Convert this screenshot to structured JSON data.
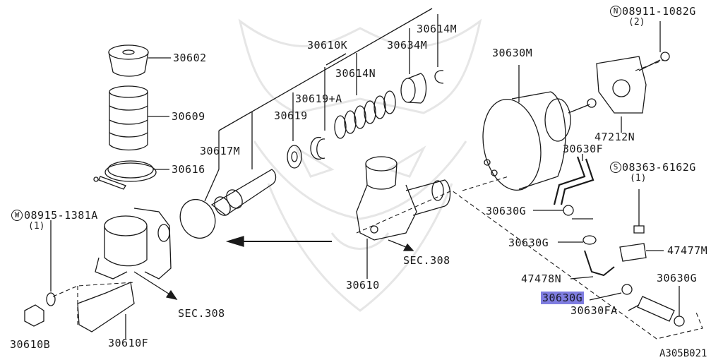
{
  "labels": {
    "p30602": "30602",
    "p30609": "30609",
    "p30616": "30616",
    "p30617M": "30617M",
    "p30610K": "30610K",
    "p30614M": "30614M",
    "p30634M": "30634M",
    "p30614N": "30614N",
    "p30619A": "30619+A",
    "p30619": "30619",
    "p30630M": "30630M",
    "p30630F": "30630F",
    "p47212N": "47212N",
    "p08911": "08911-1082G",
    "p08911_qty": "(2)",
    "p08911_sym": "N",
    "p08363": "08363-6162G",
    "p08363_qty": "(1)",
    "p08363_sym": "S",
    "p08915": "08915-1381A",
    "p08915_qty": "(1)",
    "p08915_sym": "W",
    "p30630G_a": "30630G",
    "p30630G_b": "30630G",
    "p47477M": "47477M",
    "p47478N": "47478N",
    "p30630G_hl": "30630G",
    "p30630G_c": "30630G",
    "p30630FA": "30630FA",
    "p30610": "30610",
    "p30610B": "30610B",
    "p30610F": "30610F",
    "sec308_a": "SEC.308",
    "sec308_b": "SEC.308",
    "diagram_code": "A305B021"
  },
  "colors": {
    "line": "#1a1a1a",
    "highlight": "#7f7de0",
    "watermark": "#e6e6e6"
  }
}
